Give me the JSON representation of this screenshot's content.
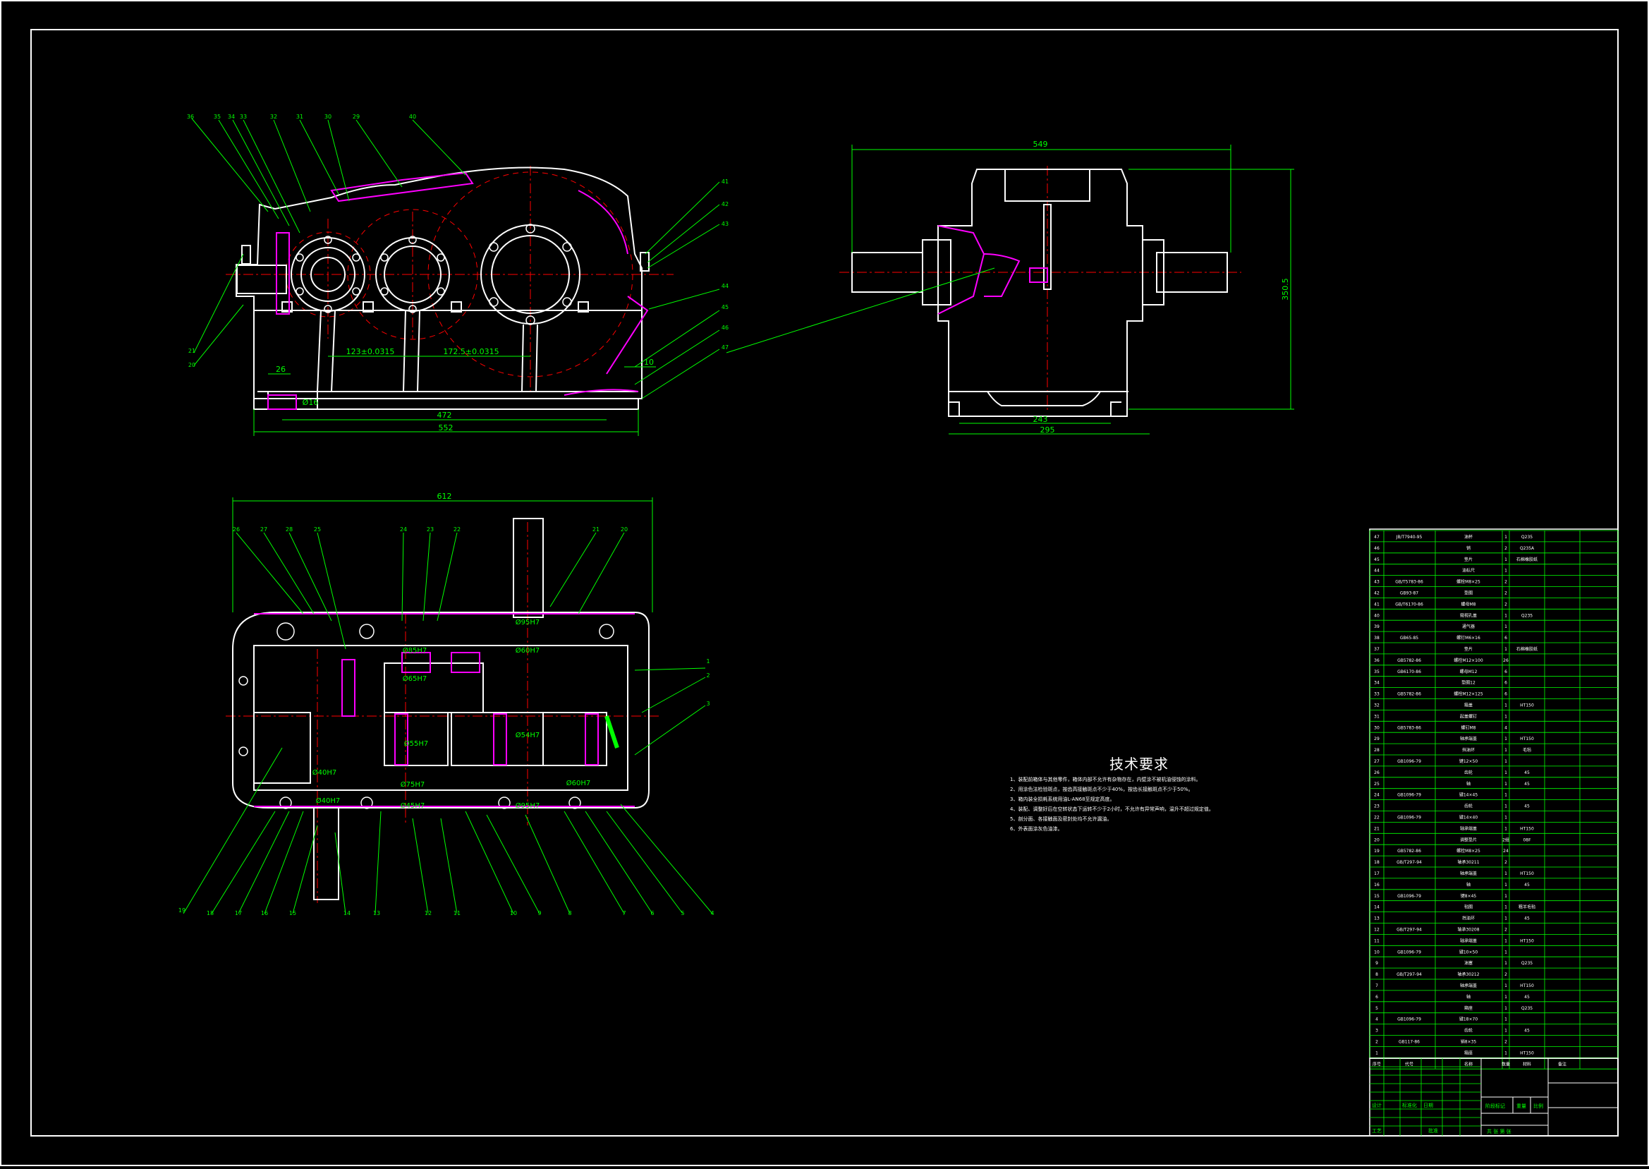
{
  "technical_requirements": {
    "title": "技术要求",
    "notes": [
      "1、装配前箱体与其他零件，箱体内部不允许有杂物存在，内壁涂不被机油侵蚀的涂料。",
      "2、用涂色法检验斑点，按齿高接触斑点不少于40%，按齿长接触斑点不少于50%。",
      "3、箱内装全损耗系统用油L-AN68至规定高度。",
      "4、装配、调整好后在空转状态下运转不少于2小时，不允许有异常声响，温升不超过规定值。",
      "5、剖分面、各接触面及密封处均不允许漏油。",
      "6、外表面涂灰色油漆。"
    ]
  },
  "front_view": {
    "balloons_top": [
      "36",
      "35",
      "34",
      "33",
      "32",
      "31",
      "30",
      "29",
      "40"
    ],
    "balloons_left": [
      "21",
      "20"
    ],
    "balloons_right": [
      "41",
      "42",
      "43",
      "44",
      "45",
      "46",
      "47"
    ],
    "dimensions": {
      "center_1": "123±0.0315",
      "center_2": "172.5±0.0315",
      "foot_height": "26",
      "bolt_hole": "Ø16",
      "base_length": "472",
      "overall_length": "552",
      "oil_gauge": "10"
    }
  },
  "side_view": {
    "dimensions": {
      "overall_width": "549",
      "overall_height": "350.5",
      "base_inner": "243",
      "base_outer": "295"
    }
  },
  "top_view": {
    "overall_length": "612",
    "balloons_top": [
      "26",
      "27",
      "28",
      "25",
      "24",
      "23",
      "22",
      "21",
      "20"
    ],
    "balloons_right": [
      "1",
      "2",
      "3"
    ],
    "balloons_bottom": [
      "19",
      "18",
      "17",
      "16",
      "15",
      "14",
      "13",
      "12",
      "11",
      "10",
      "9",
      "8",
      "7",
      "6",
      "5",
      "4"
    ],
    "fits": [
      "Ø95H7",
      "Ø60H7",
      "Ø85H7",
      "Ø65H7",
      "Ø54H7",
      "Ø60H7",
      "Ø40H7",
      "Ø75H7",
      "Ø45H7",
      "Ø95H7",
      "Ø55H7",
      "Ø40H7"
    ]
  },
  "parts_list": {
    "rows": [
      {
        "no": "47",
        "std": "JB/T7940-95",
        "name": "油杯",
        "qty": "1",
        "mat": "Q235"
      },
      {
        "no": "46",
        "std": "",
        "name": "销",
        "qty": "2",
        "mat": "Q235A"
      },
      {
        "no": "45",
        "std": "",
        "name": "垫片",
        "qty": "1",
        "mat": "石棉橡胶纸"
      },
      {
        "no": "44",
        "std": "",
        "name": "油标尺",
        "qty": "1",
        "mat": ""
      },
      {
        "no": "43",
        "std": "GB/T5783-86",
        "name": "螺栓M8×25",
        "qty": "2",
        "mat": ""
      },
      {
        "no": "42",
        "std": "GB93-87",
        "name": "垫圈",
        "qty": "2",
        "mat": ""
      },
      {
        "no": "41",
        "std": "GB/T6170-86",
        "name": "螺母M8",
        "qty": "2",
        "mat": ""
      },
      {
        "no": "40",
        "std": "",
        "name": "窥视孔盖",
        "qty": "1",
        "mat": "Q235"
      },
      {
        "no": "39",
        "std": "",
        "name": "通气器",
        "qty": "1",
        "mat": ""
      },
      {
        "no": "38",
        "std": "GB65-85",
        "name": "螺钉M6×16",
        "qty": "6",
        "mat": ""
      },
      {
        "no": "37",
        "std": "",
        "name": "垫片",
        "qty": "1",
        "mat": "石棉橡胶纸"
      },
      {
        "no": "36",
        "std": "GB5782-86",
        "name": "螺栓M12×100",
        "qty": "26",
        "mat": ""
      },
      {
        "no": "35",
        "std": "GB6170-86",
        "name": "螺母M12",
        "qty": "6",
        "mat": ""
      },
      {
        "no": "34",
        "std": "",
        "name": "垫圈12",
        "qty": "6",
        "mat": ""
      },
      {
        "no": "33",
        "std": "GB5782-86",
        "name": "螺栓M12×125",
        "qty": "6",
        "mat": ""
      },
      {
        "no": "32",
        "std": "",
        "name": "箱盖",
        "qty": "1",
        "mat": "HT150"
      },
      {
        "no": "31",
        "std": "",
        "name": "起盖螺钉",
        "qty": "1",
        "mat": ""
      },
      {
        "no": "30",
        "std": "GB5783-86",
        "name": "螺钉M8",
        "qty": "4",
        "mat": ""
      },
      {
        "no": "29",
        "std": "",
        "name": "轴承端盖",
        "qty": "1",
        "mat": "HT150"
      },
      {
        "no": "28",
        "std": "",
        "name": "挡油环",
        "qty": "1",
        "mat": "毛毡"
      },
      {
        "no": "27",
        "std": "GB1096-79",
        "name": "键12×50",
        "qty": "1",
        "mat": ""
      },
      {
        "no": "26",
        "std": "",
        "name": "齿轮",
        "qty": "1",
        "mat": "45"
      },
      {
        "no": "25",
        "std": "",
        "name": "轴",
        "qty": "1",
        "mat": "45"
      },
      {
        "no": "24",
        "std": "GB1096-79",
        "name": "键14×45",
        "qty": "1",
        "mat": ""
      },
      {
        "no": "23",
        "std": "",
        "name": "齿轮",
        "qty": "1",
        "mat": "45"
      },
      {
        "no": "22",
        "std": "GB1096-79",
        "name": "键14×40",
        "qty": "1",
        "mat": ""
      },
      {
        "no": "21",
        "std": "",
        "name": "轴承端盖",
        "qty": "1",
        "mat": "HT150"
      },
      {
        "no": "20",
        "std": "",
        "name": "调整垫片",
        "qty": "2组",
        "mat": "08F"
      },
      {
        "no": "19",
        "std": "GB5782-86",
        "name": "螺栓M8×25",
        "qty": "24",
        "mat": ""
      },
      {
        "no": "18",
        "std": "GB/T297-94",
        "name": "轴承30211",
        "qty": "2",
        "mat": ""
      },
      {
        "no": "17",
        "std": "",
        "name": "轴承端盖",
        "qty": "1",
        "mat": "HT150"
      },
      {
        "no": "16",
        "std": "",
        "name": "轴",
        "qty": "1",
        "mat": "45"
      },
      {
        "no": "15",
        "std": "GB1096-79",
        "name": "键8×45",
        "qty": "1",
        "mat": ""
      },
      {
        "no": "14",
        "std": "",
        "name": "毡圈",
        "qty": "1",
        "mat": "粗羊毛毡"
      },
      {
        "no": "13",
        "std": "",
        "name": "挡油环",
        "qty": "1",
        "mat": "45"
      },
      {
        "no": "12",
        "std": "GB/T297-94",
        "name": "轴承30208",
        "qty": "2",
        "mat": ""
      },
      {
        "no": "11",
        "std": "",
        "name": "轴承端盖",
        "qty": "1",
        "mat": "HT150"
      },
      {
        "no": "10",
        "std": "GB1096-79",
        "name": "键10×50",
        "qty": "1",
        "mat": ""
      },
      {
        "no": "9",
        "std": "",
        "name": "油塞",
        "qty": "1",
        "mat": "Q235"
      },
      {
        "no": "8",
        "std": "GB/T297-94",
        "name": "轴承30212",
        "qty": "2",
        "mat": ""
      },
      {
        "no": "7",
        "std": "",
        "name": "轴承端盖",
        "qty": "1",
        "mat": "HT150"
      },
      {
        "no": "6",
        "std": "",
        "name": "轴",
        "qty": "1",
        "mat": "45"
      },
      {
        "no": "5",
        "std": "",
        "name": "箱座",
        "qty": "1",
        "mat": "Q235"
      },
      {
        "no": "4",
        "std": "GB1096-79",
        "name": "键18×70",
        "qty": "1",
        "mat": ""
      },
      {
        "no": "3",
        "std": "",
        "name": "齿轮",
        "qty": "1",
        "mat": "45"
      },
      {
        "no": "2",
        "std": "GB117-86",
        "name": "销8×35",
        "qty": "2",
        "mat": ""
      },
      {
        "no": "1",
        "std": "",
        "name": "箱座",
        "qty": "1",
        "mat": "HT150"
      }
    ],
    "header": {
      "no": "序号",
      "std": "代号",
      "name": "名称",
      "qty": "数量",
      "mat": "材料",
      "note": "备注"
    }
  },
  "title_block": {
    "design": "设计",
    "std_check": "标准化",
    "date": "日期",
    "process": "工艺",
    "approve": "批准",
    "stage": "阶段标记",
    "weight": "重量",
    "scale": "比例",
    "sheets": "共 张 第 张"
  },
  "colors": {
    "outline": "#ffffff",
    "dimension": "#00ff00",
    "section": "#ff00ff",
    "hidden": "#ff0000",
    "background": "#000000"
  }
}
